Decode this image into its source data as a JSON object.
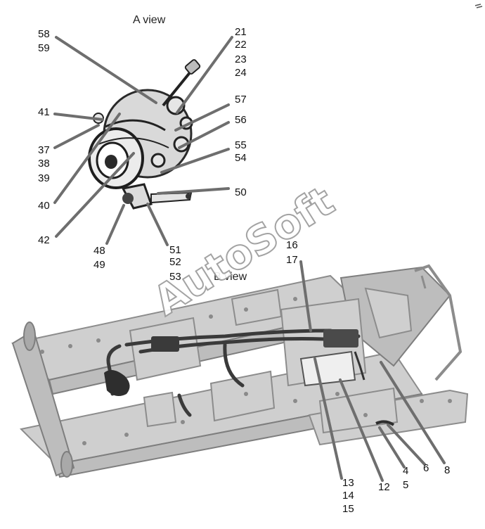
{
  "views": {
    "a_view_title": "A view",
    "b_view_title": "B view"
  },
  "watermark": "AutoSoft",
  "callouts_a": {
    "c58": "58",
    "c59": "59",
    "c21": "21",
    "c22": "22",
    "c23": "23",
    "c24": "24",
    "c57": "57",
    "c41": "41",
    "c56": "56",
    "c37": "37",
    "c38": "38",
    "c39": "39",
    "c55": "55",
    "c54": "54",
    "c40": "40",
    "c50": "50",
    "c42": "42",
    "c48": "48",
    "c49": "49",
    "c51": "51",
    "c52": "52",
    "c53": "53"
  },
  "callouts_b": {
    "c16": "16",
    "c17": "17",
    "c13": "13",
    "c14": "14",
    "c15": "15",
    "c12": "12",
    "c4": "4",
    "c5": "5",
    "c6": "6",
    "c8": "8"
  },
  "colors": {
    "leader": "#6e6e6e",
    "frame": "#cfcfcf",
    "harness": "#3a3a3a",
    "watermark_stroke": "#9a9a9a"
  }
}
